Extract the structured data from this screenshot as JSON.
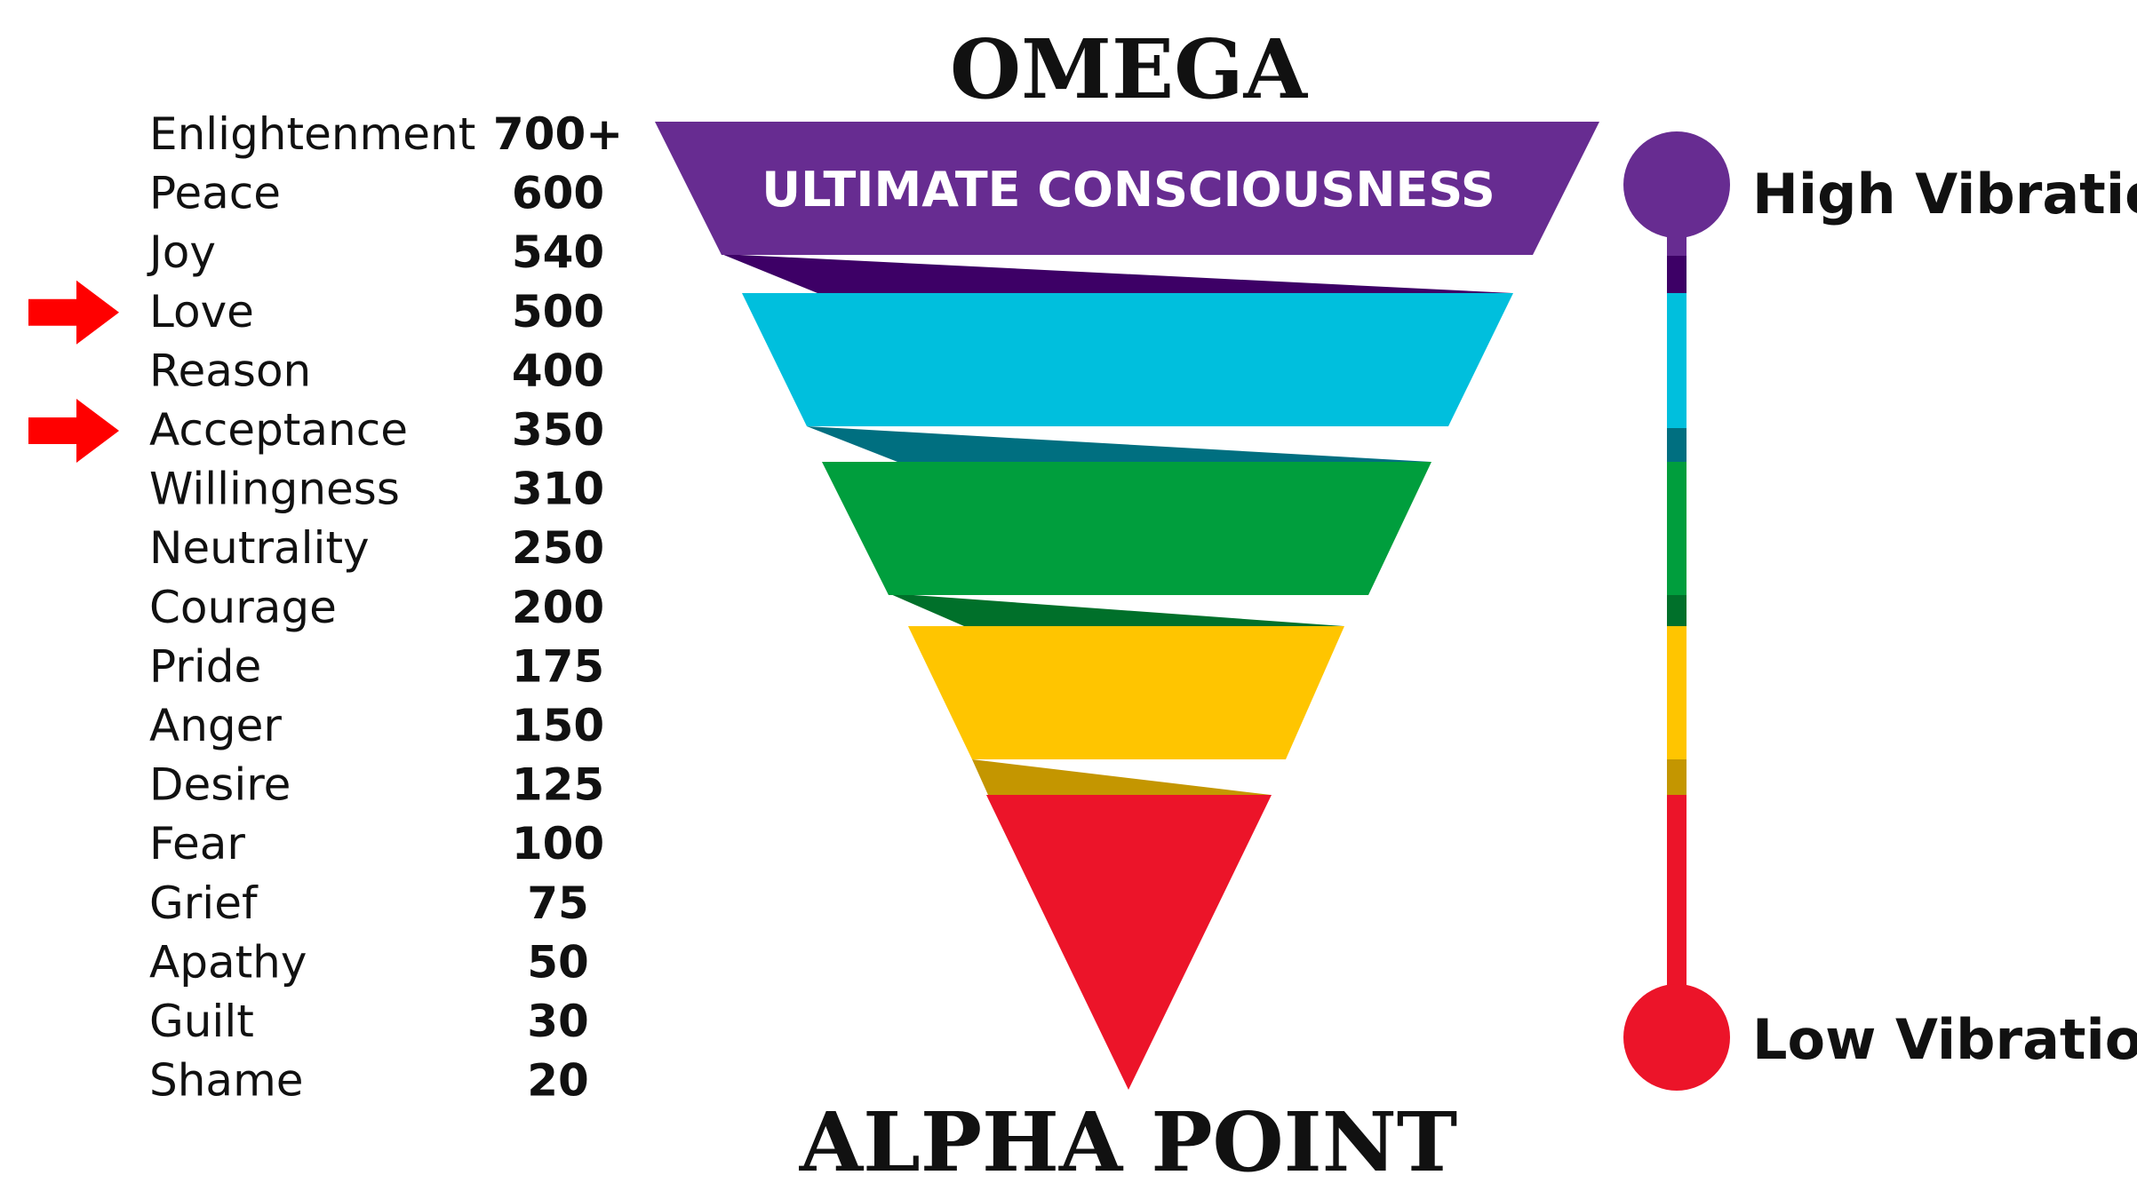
{
  "diagram": {
    "top_title": "OMEGA",
    "bottom_title": "ALPHA POINT",
    "band_label": "ULTIMATE CONSCIOUSNESS",
    "high_label": "High Vibration",
    "low_label": "Low Vibration",
    "levels": [
      {
        "name": "Enlightenment",
        "value": "700+",
        "arrow": false
      },
      {
        "name": "Peace",
        "value": "600",
        "arrow": false
      },
      {
        "name": "Joy",
        "value": "540",
        "arrow": false
      },
      {
        "name": "Love",
        "value": "500",
        "arrow": true
      },
      {
        "name": "Reason",
        "value": "400",
        "arrow": false
      },
      {
        "name": "Acceptance",
        "value": "350",
        "arrow": true
      },
      {
        "name": "Willingness",
        "value": "310",
        "arrow": false
      },
      {
        "name": "Neutrality",
        "value": "250",
        "arrow": false
      },
      {
        "name": "Courage",
        "value": "200",
        "arrow": false
      },
      {
        "name": "Pride",
        "value": "175",
        "arrow": false
      },
      {
        "name": "Anger",
        "value": "150",
        "arrow": false
      },
      {
        "name": "Desire",
        "value": "125",
        "arrow": false
      },
      {
        "name": "Fear",
        "value": "100",
        "arrow": false
      },
      {
        "name": "Grief",
        "value": "75",
        "arrow": false
      },
      {
        "name": "Apathy",
        "value": "50",
        "arrow": false
      },
      {
        "name": "Guilt",
        "value": "30",
        "arrow": false
      },
      {
        "name": "Shame",
        "value": "20",
        "arrow": false
      }
    ],
    "colors": {
      "purple": "#672c91",
      "purple_dark": "#3d0066",
      "cyan": "#00bfdd",
      "cyan_dark": "#006f80",
      "green": "#009e3d",
      "green_dark": "#00702a",
      "yellow": "#ffc500",
      "yellow_dark": "#c49600",
      "red": "#ec1429",
      "arrow": "#ff0000"
    }
  }
}
